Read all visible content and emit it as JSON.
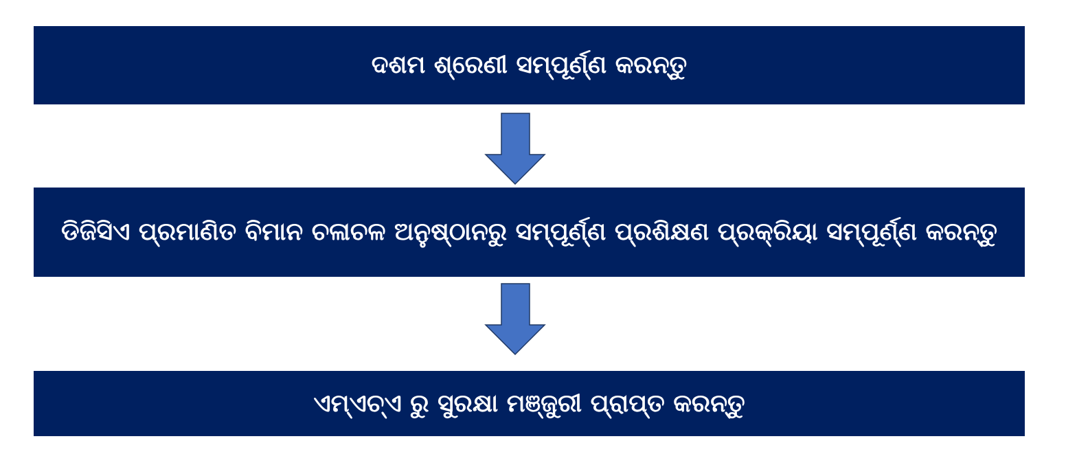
{
  "steps": [
    {
      "label": "ଦଶମ ଶ୍ରେଣୀ ସମ୍ପୂର୍ଣ୍ଣ କରନ୍ତୁ"
    },
    {
      "label": "ଡିଜିସିଏ ପ୍ରମାଣିତ ବିମାନ ଚଳାଚଳ ଅନୁଷ୍ଠାନରୁ ସମ୍ପୂର୍ଣ୍ଣ ପ୍ରଶିକ୍ଷଣ ପ୍ରକ୍ରିୟା ସମ୍ପୂର୍ଣ୍ଣ କରନ୍ତୁ"
    },
    {
      "label": "ଏମ୍ଏଚ୍ଏ ରୁ ସୁରକ୍ଷା ମଞ୍ଜୁରୀ ପ୍ରାପ୍ତ କରନ୍ତୁ"
    }
  ],
  "colors": {
    "box": "#002060",
    "arrow": "#4472C4",
    "arrow_border": "#1F3864"
  }
}
